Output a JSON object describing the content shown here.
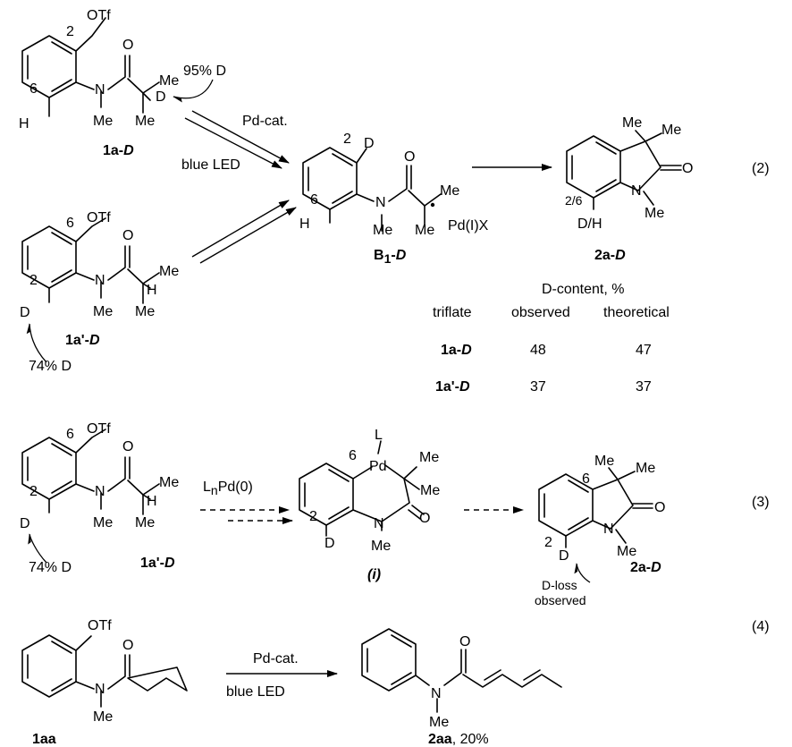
{
  "eq2": {
    "number": "(2)",
    "sm1": {
      "otf": "OTf",
      "pos2": "2",
      "pos6": "6",
      "h": "H",
      "n": "N",
      "me_n": "Me",
      "o": "O",
      "me1": "Me",
      "d": "D",
      "me2": "Me",
      "label_main": "1a-",
      "label_d": "D",
      "ann": "95% D"
    },
    "arrow": {
      "top": "Pd-cat.",
      "bottom": "blue LED"
    },
    "sm2": {
      "otf": "OTf",
      "pos6": "6",
      "pos2": "2",
      "d": "D",
      "n": "N",
      "me_n": "Me",
      "o": "O",
      "me1": "Me",
      "h": "H",
      "me2": "Me",
      "label_main": "1a'-",
      "label_d": "D",
      "ann": "74% D"
    },
    "int": {
      "pos2": "2",
      "d": "D",
      "pos6": "6",
      "h": "H",
      "n": "N",
      "me_n": "Me",
      "o": "O",
      "me1": "Me",
      "me2": "Me",
      "pdx": "Pd(I)X",
      "label_b": "B",
      "label_sub": "1",
      "label_dash": "-",
      "label_d": "D"
    },
    "prod": {
      "me1": "Me",
      "me2": "Me",
      "o": "O",
      "n": "N",
      "me_n": "Me",
      "pos": "2/6",
      "dh": "D/H",
      "label_main": "2a-",
      "label_d": "D"
    },
    "table": {
      "header_top": "D-content, %",
      "col1": "triflate",
      "col2": "observed",
      "col3": "theoretical",
      "rows": [
        {
          "name_main": "1a-",
          "name_d": "D",
          "observed": "48",
          "theoretical": "47"
        },
        {
          "name_main": "1a'-",
          "name_d": "D",
          "observed": "37",
          "theoretical": "37"
        }
      ]
    }
  },
  "eq3": {
    "number": "(3)",
    "sm": {
      "otf": "OTf",
      "pos6": "6",
      "pos2": "2",
      "d": "D",
      "n": "N",
      "me_n": "Me",
      "o": "O",
      "me1": "Me",
      "h": "H",
      "me2": "Me",
      "label_main": "1a'-",
      "label_d": "D",
      "ann": "74% D"
    },
    "reagent": {
      "l": "L",
      "sub": "n",
      "pd": "Pd(0)"
    },
    "int": {
      "l": "L",
      "pd": "Pd",
      "pos6": "6",
      "me1": "Me",
      "me2": "Me",
      "o": "O",
      "n": "N",
      "me_n": "Me",
      "pos2": "2",
      "d": "D",
      "label": "(i)"
    },
    "prod": {
      "me1": "Me",
      "me2": "Me",
      "pos6": "6",
      "o": "O",
      "n": "N",
      "me_n": "Me",
      "pos2": "2",
      "d": "D",
      "label_main": "2a-",
      "label_d": "D",
      "ann1": "D-loss",
      "ann2": "observed"
    }
  },
  "eq4": {
    "number": "(4)",
    "sm": {
      "otf": "OTf",
      "n": "N",
      "me_n": "Me",
      "o": "O",
      "label": "1aa"
    },
    "arrow": {
      "top": "Pd-cat.",
      "bottom": "blue LED"
    },
    "prod": {
      "o": "O",
      "n": "N",
      "me_n": "Me",
      "label_main": "2aa",
      "label_rest": ", 20%"
    }
  }
}
